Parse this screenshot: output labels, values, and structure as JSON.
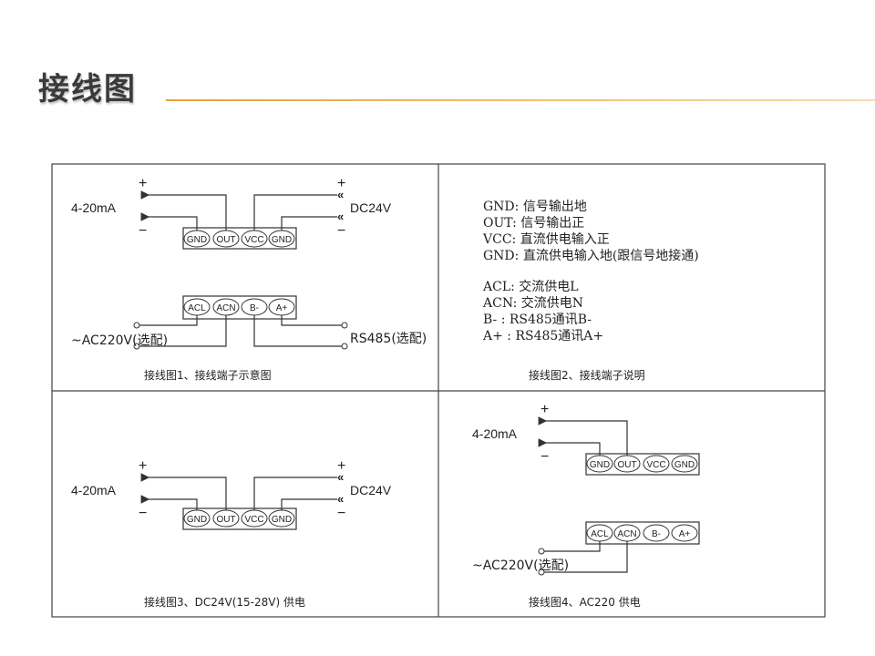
{
  "title": "接线图",
  "panel1": {
    "output_label": "4-20mA",
    "power_label": "DC24V",
    "plus_left": "+",
    "minus_left": "−",
    "plus_right": "+",
    "minus_right": "−",
    "top_terminals": [
      "GND",
      "OUT",
      "VCC",
      "GND"
    ],
    "bottom_terminals": [
      "ACL",
      "ACN",
      "B-",
      "A+"
    ],
    "ac_label": "~AC220V(选配)",
    "rs485_label": "RS485(选配)",
    "caption": "接线图1、接线端子示意图"
  },
  "panel2": {
    "lines": [
      "GND: 信号输出地",
      "OUT: 信号输出正",
      "VCC: 直流供电输入正",
      "GND: 直流供电输入地(跟信号地接通)",
      "ACL: 交流供电L",
      "ACN: 交流供电N",
      "B- : RS485通讯B-",
      "A+ : RS485通讯A+"
    ],
    "caption": "接线图2、接线端子说明"
  },
  "panel3": {
    "output_label": "4-20mA",
    "power_label": "DC24V",
    "plus_left": "+",
    "minus_left": "−",
    "plus_right": "+",
    "minus_right": "−",
    "terminals": [
      "GND",
      "OUT",
      "VCC",
      "GND"
    ],
    "caption": "接线图3、DC24V(15-28V) 供电"
  },
  "panel4": {
    "output_label": "4-20mA",
    "plus": "+",
    "minus": "−",
    "top_terminals": [
      "GND",
      "OUT",
      "VCC",
      "GND"
    ],
    "bottom_terminals": [
      "ACL",
      "ACN",
      "B-",
      "A+"
    ],
    "ac_label": "~AC220V(选配)",
    "caption": "接线图4、AC220 供电"
  }
}
